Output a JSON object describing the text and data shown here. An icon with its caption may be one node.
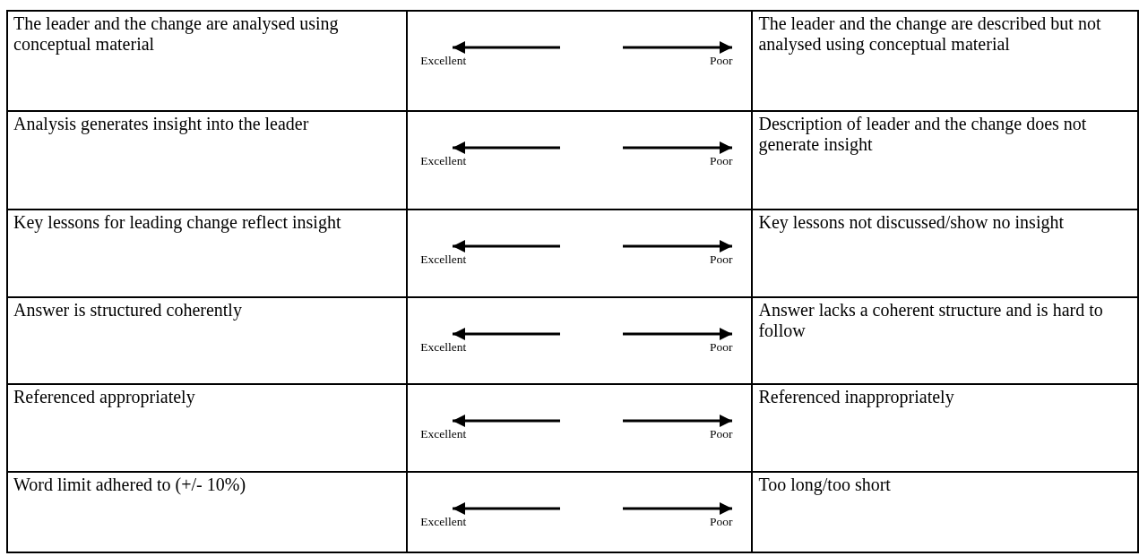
{
  "diagram": {
    "labels": [
      "The leader and the change are analysed using conceptual material",
      "Excellent",
      "Poor",
      "The leader and the change are described but not analysed using conceptual material",
      "Analysis generates insight into the leader",
      "Excellent",
      "Poor",
      "Description of leader and the change does not generate insight",
      "Key lessons for leading change reflect insight",
      "Excellent",
      "Poor",
      "Key lessons not discussed/show no insight",
      "Answer is structured coherently",
      "Excellent",
      "Poor",
      "Answer lacks a coherent structure and is hard to follow",
      "Referenced appropriately",
      "Excellent",
      "Poor",
      "Referenced inappropriately",
      "Word limit adhered to (+/- 10%)",
      "Excellent",
      "Poor",
      "Too long/too short"
    ]
  }
}
